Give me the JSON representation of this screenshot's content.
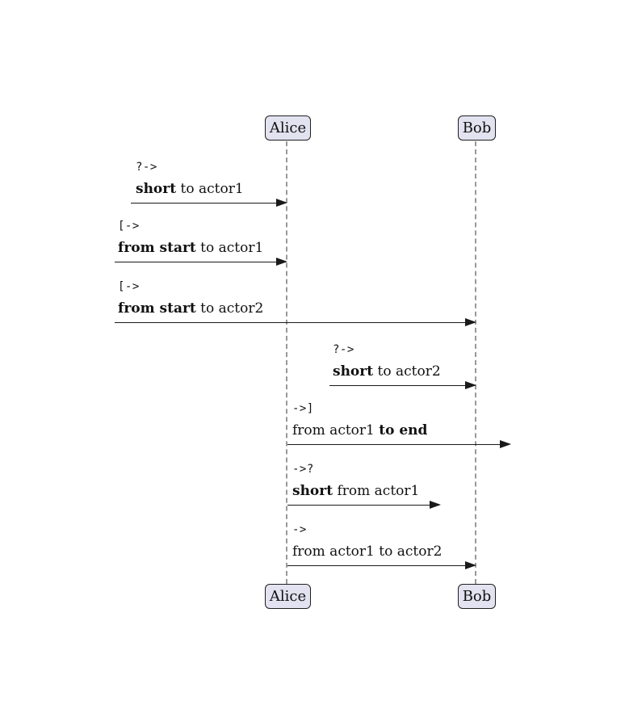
{
  "colors": {
    "background": "#ffffff",
    "line": "#1a1a1a",
    "lifeline": "#999999",
    "actor_fill": "#e2e2f0",
    "actor_border": "#1f1f1f",
    "text": "#111111"
  },
  "actors": [
    {
      "name": "Alice"
    },
    {
      "name": "Bob"
    }
  ],
  "messages": [
    {
      "notation": "?->",
      "label_pre": "",
      "label_bold": "short",
      "label_post": " to actor1"
    },
    {
      "notation": "[->",
      "label_pre": "",
      "label_bold": "from start",
      "label_post": " to actor1"
    },
    {
      "notation": "[->",
      "label_pre": "",
      "label_bold": "from start",
      "label_post": " to actor2"
    },
    {
      "notation": "?->",
      "label_pre": "",
      "label_bold": "short",
      "label_post": " to actor2"
    },
    {
      "notation": "->]",
      "label_pre": "from actor1 ",
      "label_bold": "to end",
      "label_post": ""
    },
    {
      "notation": "->?",
      "label_pre": "",
      "label_bold": "short",
      "label_post": " from actor1"
    },
    {
      "notation": "->",
      "label_pre": "from actor1 to actor2",
      "label_bold": "",
      "label_post": ""
    }
  ]
}
